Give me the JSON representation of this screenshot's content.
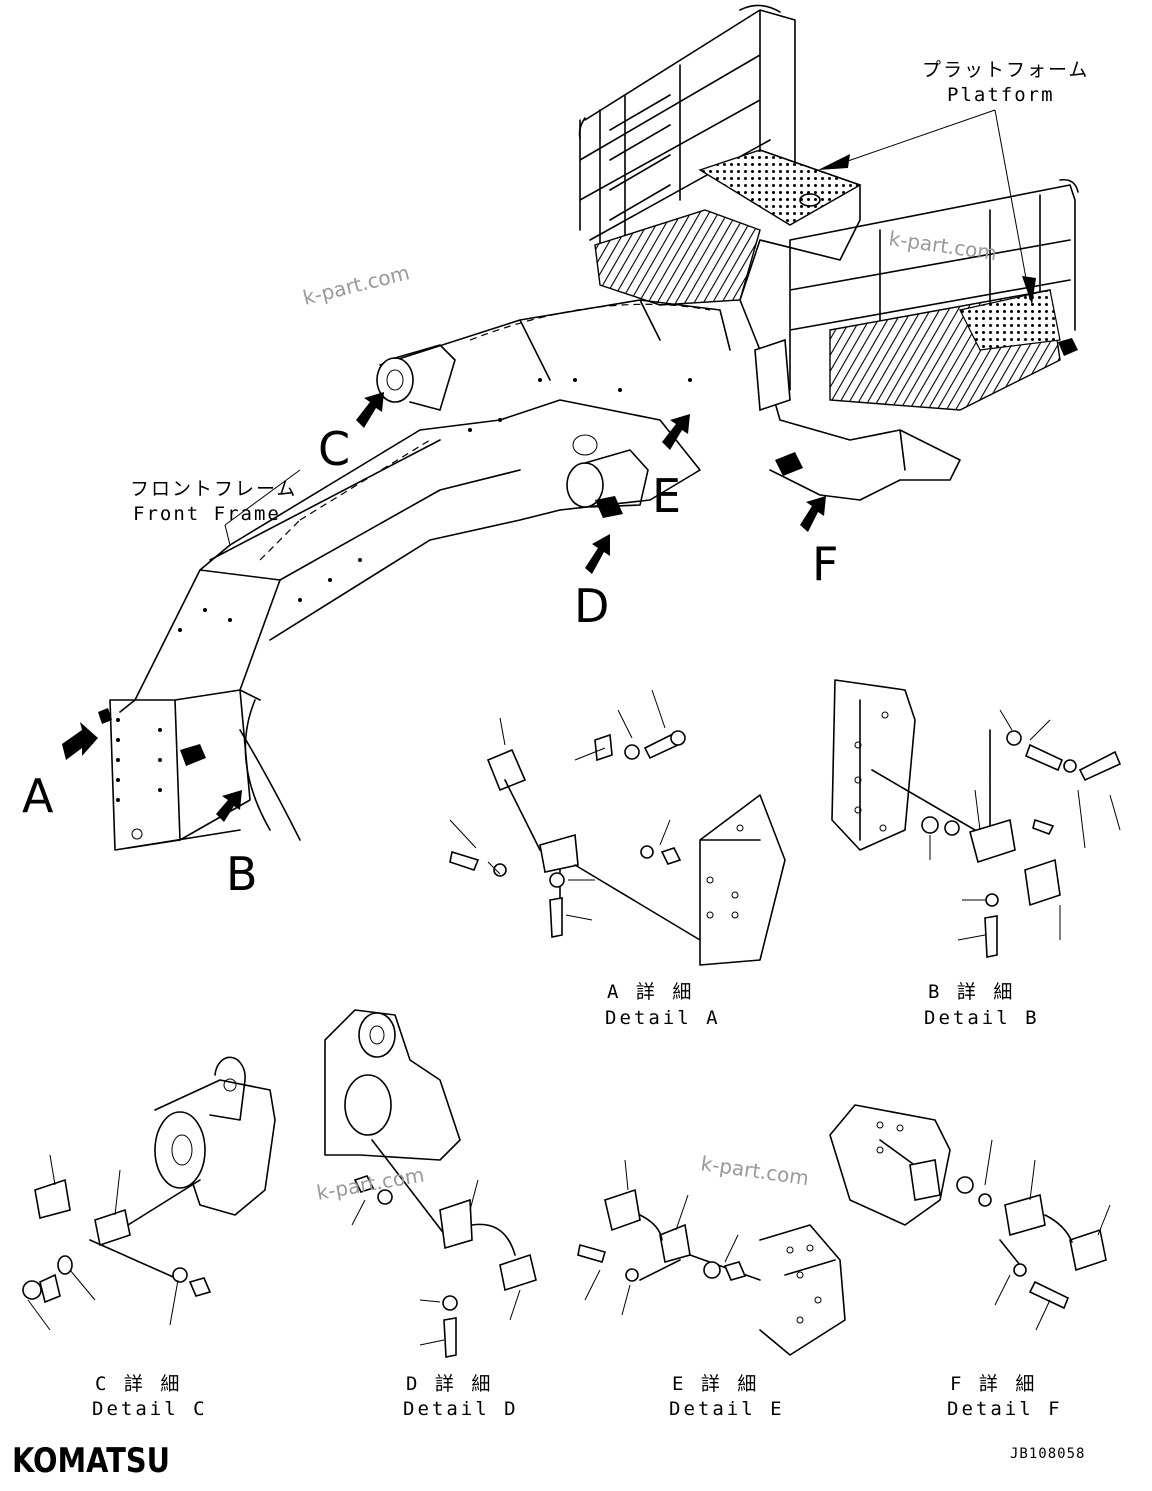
{
  "callouts": {
    "a": "A",
    "b": "B",
    "c": "C",
    "d": "D",
    "e": "E",
    "f": "F"
  },
  "labels": {
    "platform_jp": "プラットフォーム",
    "platform_en": "Platform",
    "front_frame_jp": "フロントフレーム",
    "front_frame_en": "Front Frame"
  },
  "details": [
    {
      "jp": "A 詳 細",
      "en": "Detail A"
    },
    {
      "jp": "B 詳 細",
      "en": "Detail B"
    },
    {
      "jp": "C 詳 細",
      "en": "Detail C"
    },
    {
      "jp": "D 詳 細",
      "en": "Detail D"
    },
    {
      "jp": "E 詳 細",
      "en": "Detail E"
    },
    {
      "jp": "F 詳 細",
      "en": "Detail F"
    }
  ],
  "watermark": "k-part.com",
  "brand": "KOMATSU",
  "drawing_code": "JB108058"
}
